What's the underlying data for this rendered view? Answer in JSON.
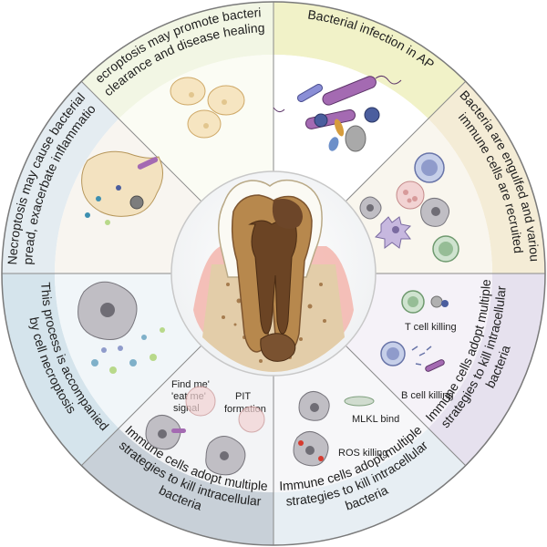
{
  "segments": [
    {
      "lines": [
        "Bacterial infection in AP"
      ],
      "color": "#f1f2c8"
    },
    {
      "lines": [
        "Bacteria are engulfed and various",
        "immune cells are recruited"
      ],
      "color": "#f4ecd6"
    },
    {
      "lines": [
        "Immune cells adopt multiple",
        "strategies to kill intracellular",
        "bacteria"
      ],
      "color": "#e6e1ee"
    },
    {
      "lines": [
        "Immune cells adopt multiple",
        "strategies to kill intracellular",
        "bacteria"
      ],
      "color": "#e7eef3"
    },
    {
      "lines": [
        "Immune cells adopt multiple",
        "strategies to kill intracellular",
        "bacteria"
      ],
      "color": "#c8d0d8"
    },
    {
      "lines": [
        "This process is accompanied",
        "by cell necroptosis"
      ],
      "color": "#d5e4ec"
    },
    {
      "lines": [
        "Necroptosis may cause bacterial",
        "spread, exacerbate inflammation"
      ],
      "color": "#e4ecf1"
    },
    {
      "lines": [
        "Necroptosis may promote bacterial",
        "clearance and disease healing"
      ],
      "color": "#f2f6e4"
    }
  ],
  "inner_colors": [
    "#ffffff",
    "#f9f6ee",
    "#f5f2f8",
    "#f7f7f9",
    "#f3f4f6",
    "#f1f6f9",
    "#f8f5f0",
    "#fbfcf4"
  ],
  "annotations": {
    "t_cell": "T cell killing",
    "b_cell": "B cell killing",
    "mlkl": "MLKL bind",
    "ros": "ROS killing",
    "find_me_1": "Find me'",
    "find_me_2": "'eat me'",
    "find_me_3": "signal",
    "pit_1": "PIT",
    "pit_2": "formation"
  },
  "icons": {
    "tooth": "tooth-cross-section-icon",
    "bacteria": "rod-bacteria-icon",
    "cell": "immune-cell-icon"
  }
}
